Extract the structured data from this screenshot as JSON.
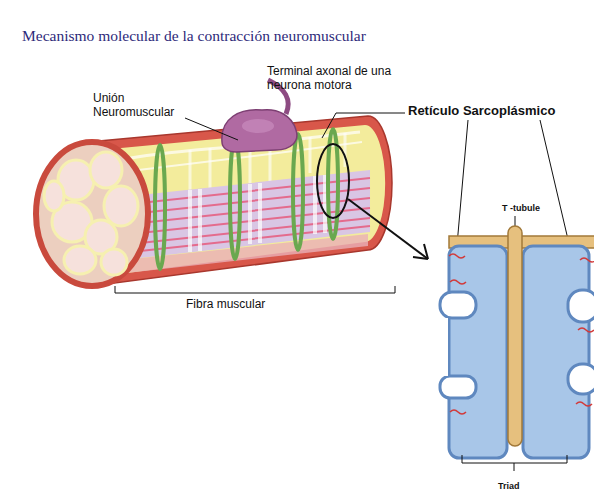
{
  "diagram": {
    "title": "Mecanismo molecular de la contracción neuromuscular",
    "labels": [
      "Terminal axonal de una neurona motora",
      "Unión Neuromuscular",
      "Retículo Sarcoplásmico",
      "T -tubule",
      "Triad",
      "Fibra muscular"
    ]
  }
}
